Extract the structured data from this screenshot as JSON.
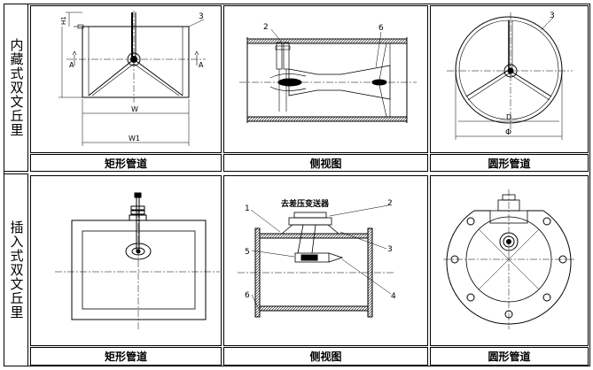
{
  "rows": [
    {
      "label": "内藏式双文丘里",
      "captions": [
        "矩形管道",
        "侧视图",
        "圆形管道"
      ],
      "callouts": {
        "rect_3": "3",
        "rect_h1": "H1",
        "rect_a_left": "A",
        "rect_a_right": "A",
        "rect_w": "W",
        "rect_w1": "W1",
        "side_2": "2",
        "side_6": "6",
        "round_3": "3",
        "round_d": "D",
        "round_phi": "Φ"
      }
    },
    {
      "label": "插入式双文丘里",
      "captions": [
        "矩形管道",
        "侧视图",
        "圆形管道"
      ],
      "callouts": {
        "side_title": "去差压变送器",
        "side_1": "1",
        "side_2": "2",
        "side_3": "3",
        "side_4": "4",
        "side_5": "5",
        "side_6": "6"
      }
    }
  ]
}
